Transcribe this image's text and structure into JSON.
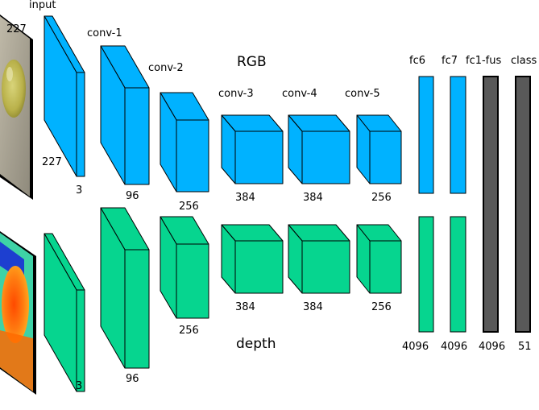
{
  "colors": {
    "rgb_stream": "#00b2ff",
    "depth_stream": "#06d58f",
    "fusion": "#595959",
    "outline": "#000000"
  },
  "labels": {
    "input": "input",
    "input_height": "227",
    "input_width": "227",
    "conv1": "conv-1",
    "conv2": "conv-2",
    "conv3": "conv-3",
    "conv4": "conv-4",
    "conv5": "conv-5",
    "fc6": "fc6",
    "fc7": "fc7",
    "fc1_fus": "fc1-fus",
    "class": "class",
    "rgb_stream": "RGB",
    "depth_stream": "depth"
  },
  "rgb_dims": {
    "input": "3",
    "conv1": "96",
    "conv2": "256",
    "conv3": "384",
    "conv4": "384",
    "conv5": "256"
  },
  "depth_dims": {
    "input": "3",
    "conv1": "96",
    "conv2": "256",
    "conv3": "384",
    "conv4": "384",
    "conv5": "256",
    "fc6": "4096",
    "fc7": "4096",
    "fc1_fus": "4096",
    "class": "51"
  }
}
